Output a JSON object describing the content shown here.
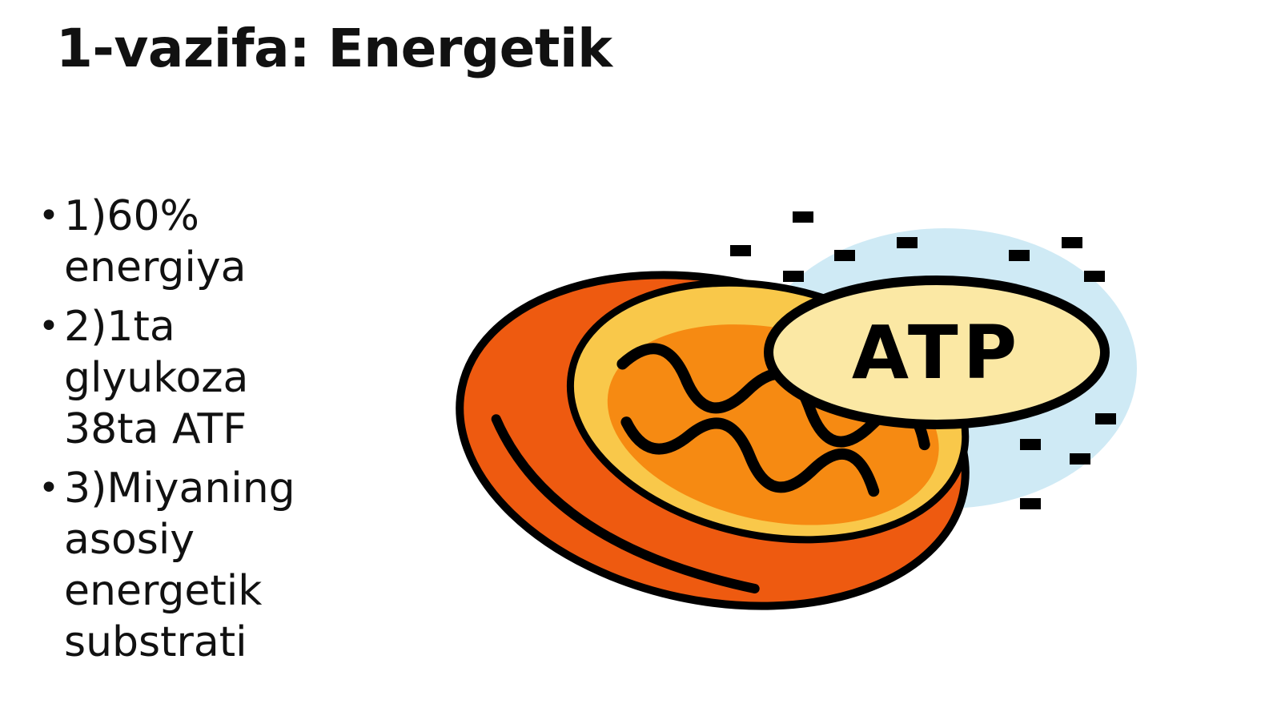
{
  "slide": {
    "title": "1-vazifa: Energetik",
    "bullets": [
      {
        "lines": [
          "1)60%",
          "energiya"
        ]
      },
      {
        "lines": [
          "2)1ta",
          "glyukoza",
          "38ta ATF"
        ]
      },
      {
        "lines": [
          "3)Miyaning",
          "asosiy",
          "energetik",
          "substrati"
        ]
      }
    ]
  },
  "illustration": {
    "name": "mitochondrion-atp",
    "badge_text": "ATP",
    "colors": {
      "outer": "#ee5a10",
      "rim": "#f9c84a",
      "inner": "#f68a12",
      "outline": "#000000",
      "glow": "#cfeaf5",
      "badge_fill": "#fbe8a4"
    }
  }
}
